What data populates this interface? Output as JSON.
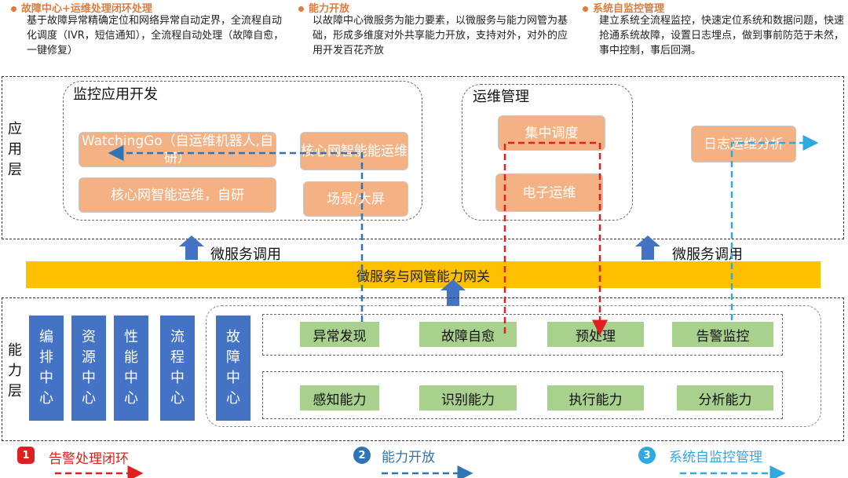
{
  "top": [
    {
      "title": "故障中心+运维处理闭环处理",
      "body": "基于故障异常精确定位和网络异常自动定界，全流程自动化调度（IVR，短信通知），全流程自动处理（故障自愈，一键修复）"
    },
    {
      "title": "能力开放",
      "body": "以故障中心微服务为能力要素，以微服务与能力网管为基础，形成多维度对外共享能力开放，支持对外，对外的应用开发百花齐放"
    },
    {
      "title": "系统自监控管理",
      "body": "建立系统全流程监控，快速定位系统和数据问题，快速抢通系统故障，设置日志埋点，做到事前防范于未然，事中控制，事后回溯。"
    }
  ],
  "app_layer": {
    "label": "应用层",
    "monitor_group": {
      "title": "监控应用开发",
      "items": [
        "WatchingGo（自运维机器人,自研）",
        "核心网智能能运维",
        "核心网智能运维，自研",
        "场景/大屏"
      ]
    },
    "ops_group": {
      "title": "运维管理",
      "items": [
        "集中调度",
        "电子运维"
      ]
    },
    "log_box": "日志运维分析"
  },
  "gateway": {
    "call_left": "微服务调用",
    "call_right": "微服务调用",
    "label": "微服务与网管能力网关"
  },
  "capability_layer": {
    "label": "能力层",
    "centers": [
      "编排中心",
      "资源中心",
      "性能中心",
      "流程中心"
    ],
    "fault_center": "故障中心",
    "row1": [
      "异常发现",
      "故障自愈",
      "预处理",
      "告警监控"
    ],
    "row2": [
      "感知能力",
      "识别能力",
      "执行能力",
      "分析能力"
    ]
  },
  "legend": [
    {
      "num": "1",
      "label": "告警处理闭环",
      "color": "#e02020"
    },
    {
      "num": "2",
      "label": "能力开放",
      "color": "#2e75b6"
    },
    {
      "num": "3",
      "label": "系统自监控管理",
      "color": "#30a8e0"
    }
  ],
  "colors": {
    "orange_box": "#f4b183",
    "gateway": "#ffc000",
    "center_blue": "#4472c4",
    "green_box": "#a9d18e",
    "title_orange": "#e07b3c",
    "red_flow": "#e02020",
    "blue_flow": "#2e75b6",
    "lightblue_flow": "#30a8e0"
  }
}
